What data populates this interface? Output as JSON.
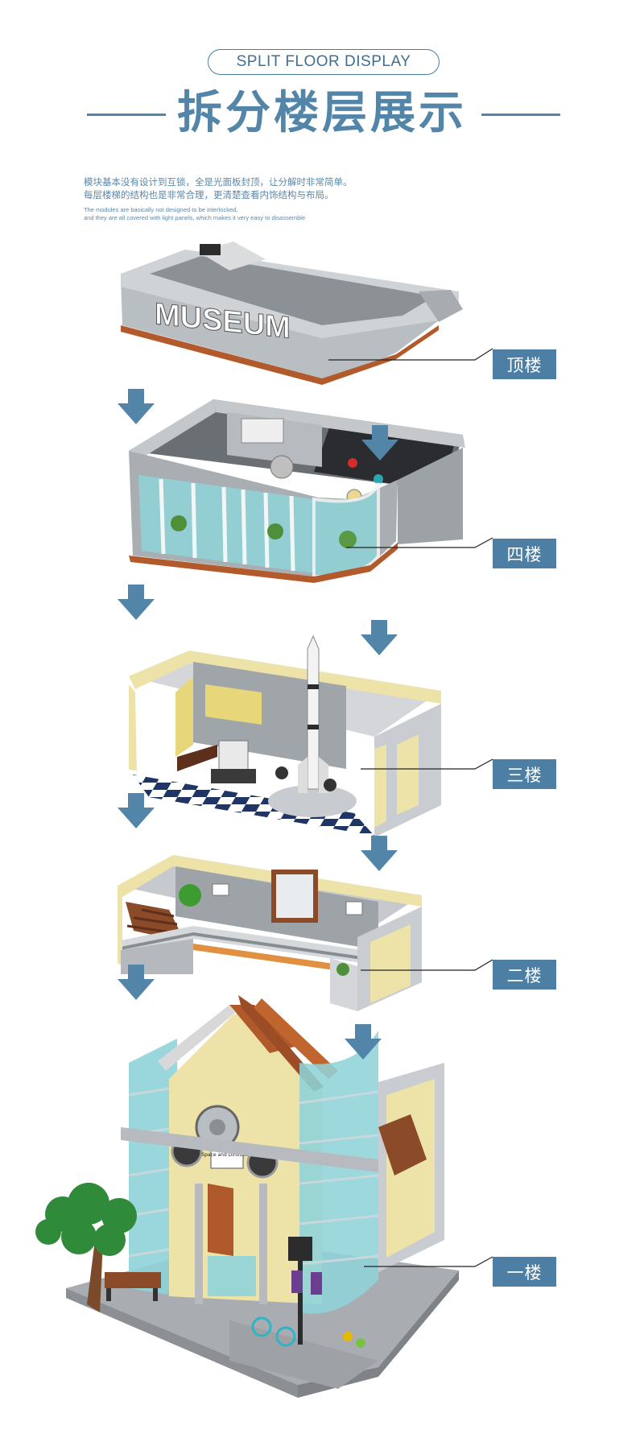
{
  "header": {
    "badge_text": "SPLIT FLOOR DISPLAY",
    "title": "拆分楼层展示"
  },
  "intro": {
    "cn_line1": "模块基本没有设计到互锁，全是光面板封顶，让分解时非常简单。",
    "cn_line2": "每层楼梯的结构也是非常合理，更清楚查看内饰结构与布局。",
    "en_line1": "The modules are basically not designed to be interlocked,",
    "en_line2": "and they are all covered with light panels, which makes it very easy to disassemble"
  },
  "floors": [
    {
      "label": "顶楼",
      "sign": "MUSEUM"
    },
    {
      "label": "四楼"
    },
    {
      "label": "三楼"
    },
    {
      "label": "二楼"
    },
    {
      "label": "一楼",
      "sign": "Space and Dinosaurs"
    }
  ],
  "colors": {
    "accent": "#4c7fa3",
    "arrow": "#5285a7",
    "brick_grey": "#a9aeb2",
    "tan": "#e8dd9a",
    "wood": "#b5602e",
    "glass": "#8fd3d8"
  }
}
